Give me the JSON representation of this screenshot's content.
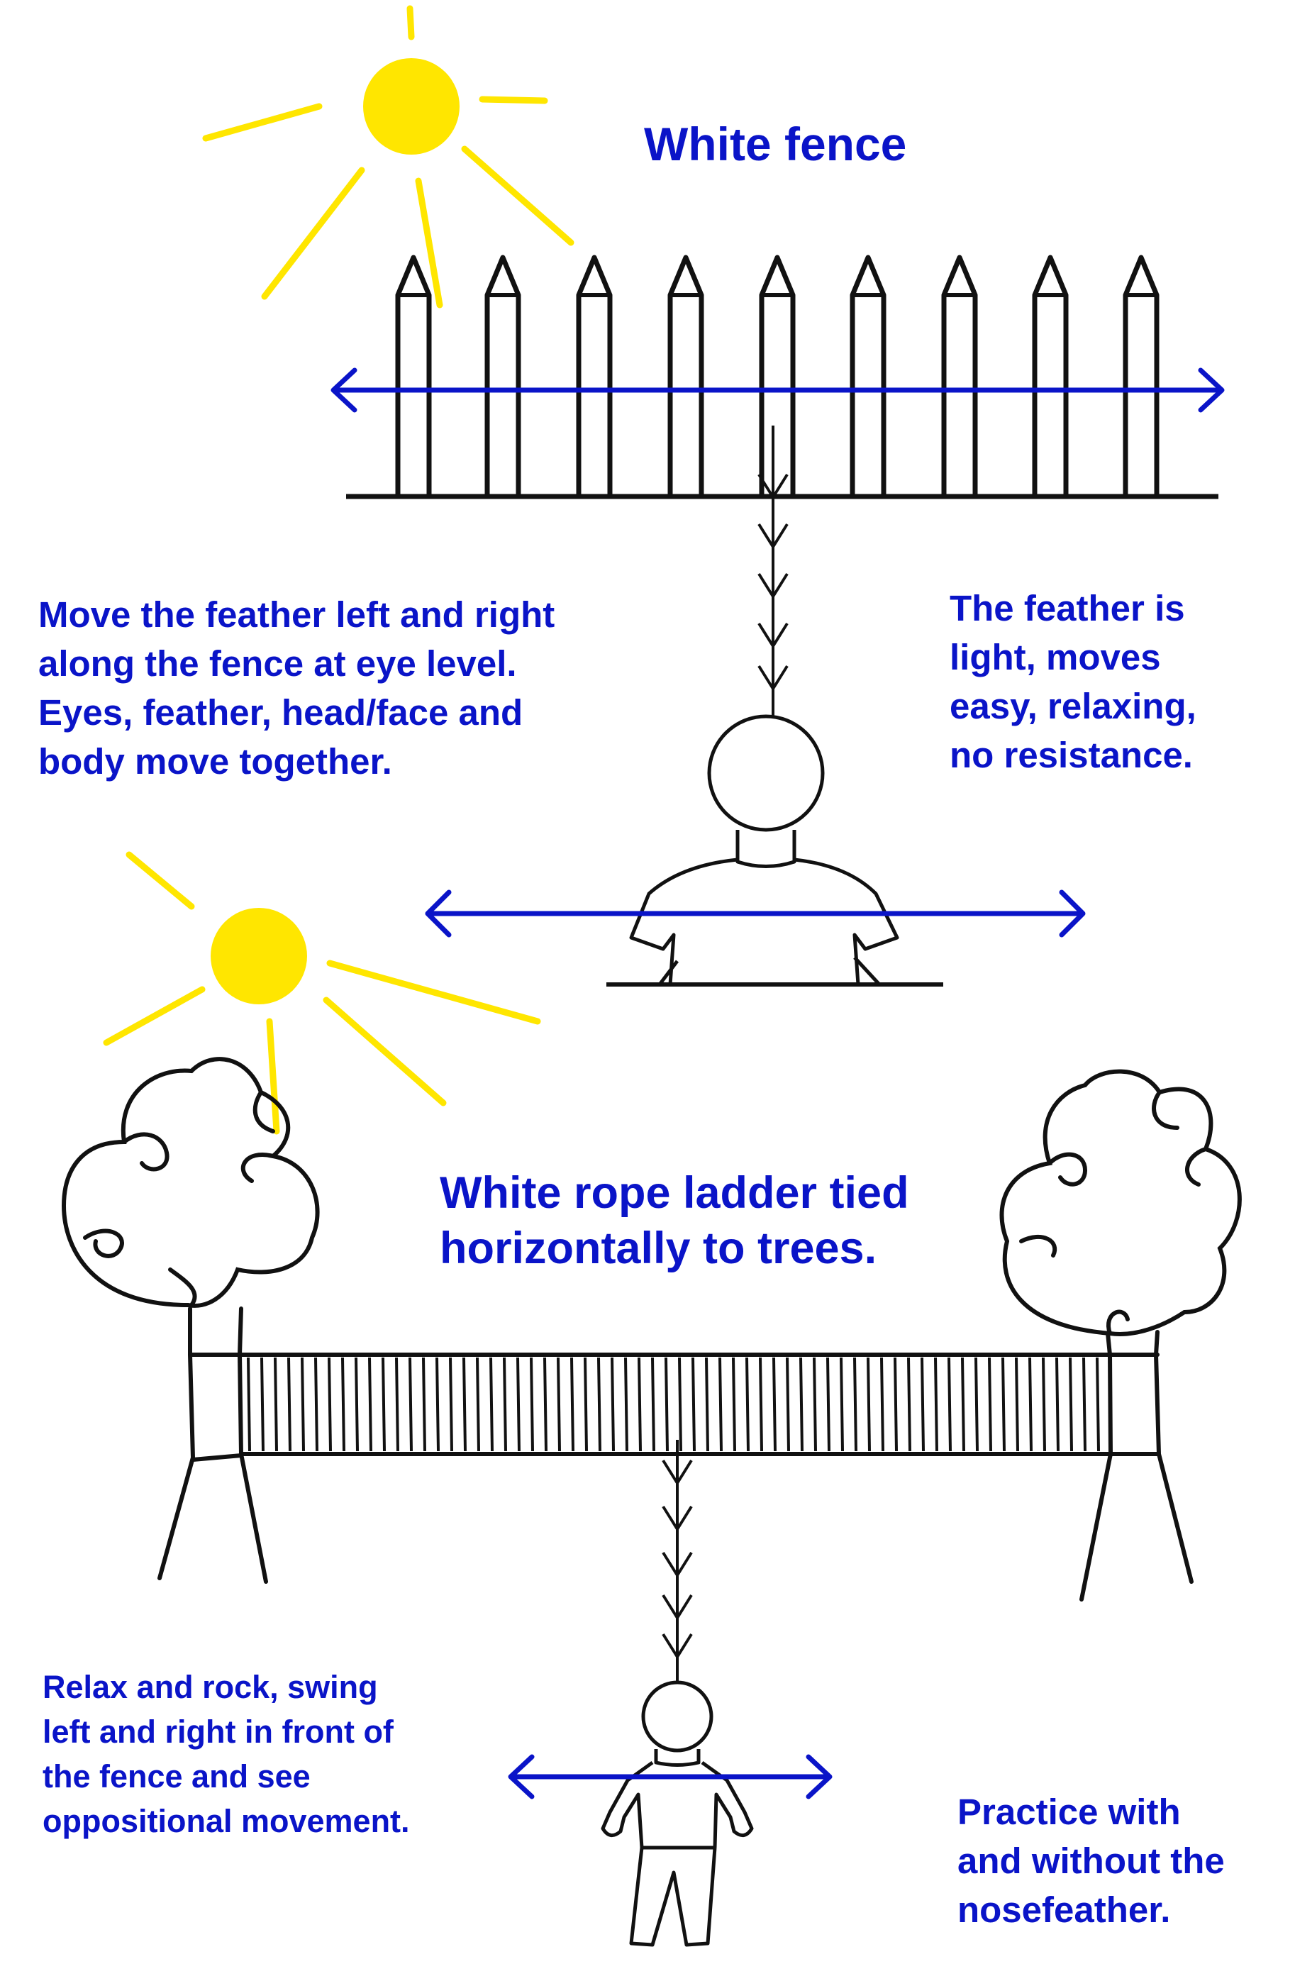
{
  "title": "White fence",
  "notes": {
    "move": [
      "Move the feather left and right",
      "along the fence at eye level.",
      "Eyes, feather, head/face and",
      "body move together."
    ],
    "light": [
      "The feather is",
      "light, moves",
      "easy, relaxing,",
      "no resistance."
    ],
    "ladder": [
      "White rope ladder tied",
      "horizontally to trees."
    ],
    "relax": [
      "Relax and rock, swing",
      "left and right in front of",
      "the fence and see",
      "oppositional  movement."
    ],
    "practice": [
      "Practice with",
      "and without the",
      "nosefeather."
    ]
  },
  "colors": {
    "text": "#0a14c8",
    "arrow": "#0a14c8",
    "sun": "#ffe600",
    "ink": "#111111"
  }
}
